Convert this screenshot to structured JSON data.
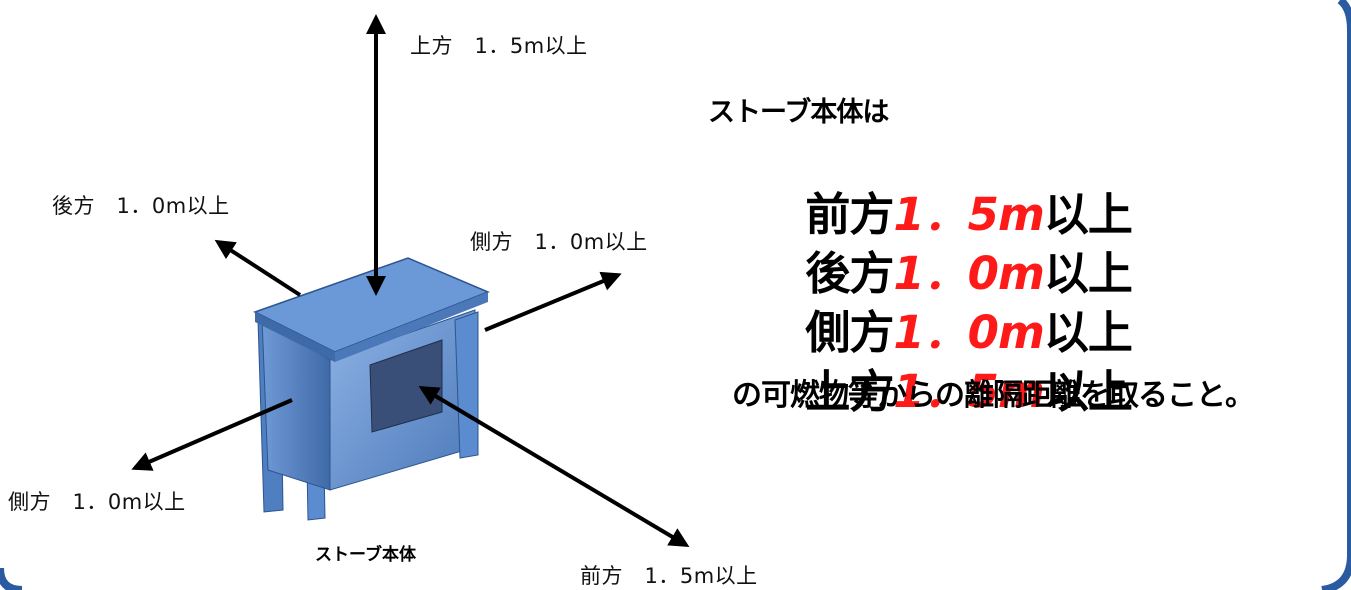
{
  "colors": {
    "frame": "#2a5aa0",
    "stove": "#5b8fd0",
    "highlight": "#ff1a1a"
  },
  "labels": {
    "up": "上方　1．5m以上",
    "back": "後方　1．0m以上",
    "side_right": "側方　1．0m以上",
    "side_left": "側方　1．0m以上",
    "front": "前方　1．5m以上",
    "stove": "ストーブ本体"
  },
  "summary": {
    "heading": "ストーブ本体は",
    "rows": [
      {
        "dir": "前方",
        "value": "1．5m",
        "suffix": "以上"
      },
      {
        "dir": "後方",
        "value": "1．0m",
        "suffix": "以上"
      },
      {
        "dir": "側方",
        "value": "1．0m",
        "suffix": "以上"
      },
      {
        "dir": "上方",
        "value": "1．5m",
        "suffix": "以上"
      }
    ],
    "footer": "の可燃物等からの離隔距離を取ること。"
  }
}
